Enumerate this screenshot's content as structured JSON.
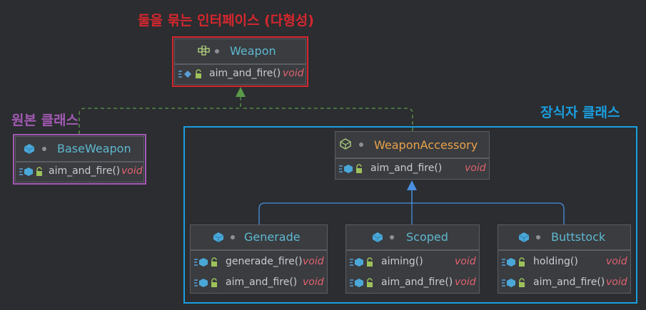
{
  "captions": {
    "interface": "둘을 묶는 인터페이스 (다형성)",
    "original": "원본 클래스",
    "decorator": "장식자 클래스"
  },
  "colors": {
    "interface": "#d6272f",
    "original": "#a35ab4",
    "decorator": "#1a9ee0",
    "class_name": "#5fb8cf",
    "abstract_name": "#e8a24a",
    "return_type": "#e0626e",
    "realization_arrow": "#5a9a4a",
    "inheritance_arrow": "#4a8fe0"
  },
  "classes": {
    "weapon": {
      "name": "Weapon",
      "icon": "interface-icon",
      "methods": [
        {
          "name": "aim_and_fire()",
          "type": "void"
        }
      ]
    },
    "baseweapon": {
      "name": "BaseWeapon",
      "icon": "class-icon",
      "methods": [
        {
          "name": "aim_and_fire()",
          "type": "void"
        }
      ]
    },
    "accessory": {
      "name": "WeaponAccessory",
      "icon": "abstract-class-icon",
      "methods": [
        {
          "name": "aim_and_fire()",
          "type": "void"
        }
      ]
    },
    "generade": {
      "name": "Generade",
      "icon": "class-icon",
      "methods": [
        {
          "name": "generade_fire()",
          "type": "void"
        },
        {
          "name": "aim_and_fire()",
          "type": "void"
        }
      ]
    },
    "scoped": {
      "name": "Scoped",
      "icon": "class-icon",
      "methods": [
        {
          "name": "aiming()",
          "type": "void"
        },
        {
          "name": "aim_and_fire()",
          "type": "void"
        }
      ]
    },
    "buttstock": {
      "name": "Buttstock",
      "icon": "class-icon",
      "methods": [
        {
          "name": "holding()",
          "type": "void"
        },
        {
          "name": "aim_and_fire()",
          "type": "void"
        }
      ]
    }
  }
}
